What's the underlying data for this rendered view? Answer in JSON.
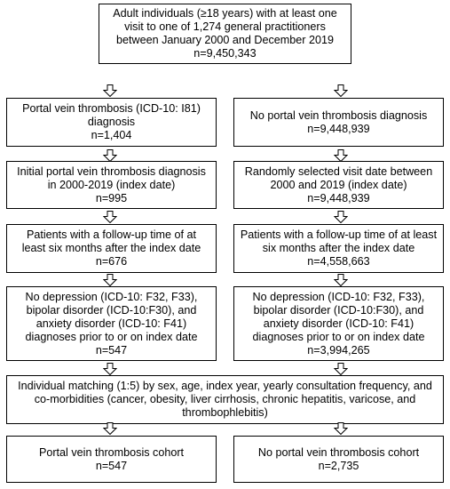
{
  "boxes": {
    "top": [
      "Adult individuals (≥18 years) with at least one",
      "visit to one of 1,274 general practitioners",
      "between January 2000 and December 2019",
      "n=9,450,343"
    ],
    "left1": [
      "Portal vein thrombosis (ICD-10: I81)",
      "diagnosis",
      "n=1,404"
    ],
    "right1": [
      "No portal vein thrombosis diagnosis",
      "n=9,448,939"
    ],
    "left2": [
      "Initial portal vein thrombosis diagnosis",
      "in 2000-2019 (index date)",
      "n=995"
    ],
    "right2": [
      "Randomly selected visit date between",
      "2000 and 2019 (index date)",
      "n=9,448,939"
    ],
    "left3": [
      "Patients with a follow-up time of at",
      "least six months after the index date",
      "n=676"
    ],
    "right3": [
      "Patients with a follow-up time of at least",
      "six months after the index date",
      "n=4,558,663"
    ],
    "left4": [
      "No depression (ICD-10: F32, F33),",
      "bipolar disorder (ICD-10:F30), and",
      "anxiety disorder (ICD-10: F41)",
      "diagnoses prior to or on index date",
      "n=547"
    ],
    "right4": [
      "No depression (ICD-10: F32, F33),",
      "bipolar disorder (ICD-10:F30), and",
      "anxiety disorder (ICD-10: F41)",
      "diagnoses prior to or on index date",
      "n=3,994,265"
    ],
    "match": [
      "Individual matching (1:5) by sex, age, index year, yearly consultation frequency, and",
      "co-morbidities (cancer, obesity, liver cirrhosis, chronic hepatitis, varicose, and",
      "thrombophlebitis)"
    ],
    "left5": [
      "Portal vein thrombosis cohort",
      "n=547"
    ],
    "right5": [
      "No portal vein thrombosis cohort",
      "n=2,735"
    ]
  }
}
